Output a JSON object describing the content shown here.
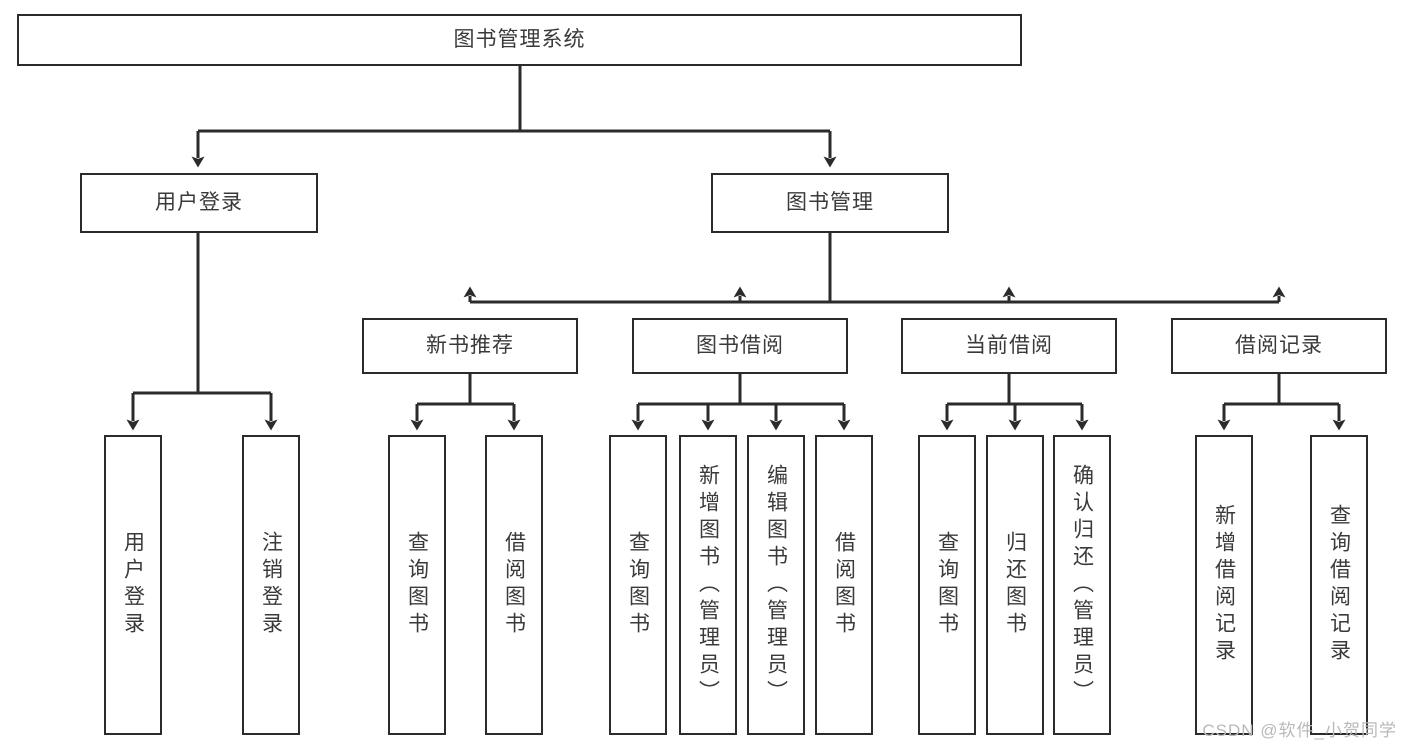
{
  "diagram": {
    "title": "图书管理系统",
    "watermark": "CSDN @软件_小贺同学",
    "colors": {
      "line": "#2b2b2b",
      "text": "#3a3a3a",
      "background": "#ffffff",
      "watermark": "#b9b9b9"
    },
    "root": {
      "label": "图书管理系统"
    },
    "level1": [
      {
        "label": "用户登录"
      },
      {
        "label": "图书管理"
      }
    ],
    "level2": [
      {
        "label": "新书推荐"
      },
      {
        "label": "图书借阅"
      },
      {
        "label": "当前借阅"
      },
      {
        "label": "借阅记录"
      }
    ],
    "leaves": [
      {
        "label": "用户登录"
      },
      {
        "label": "注销登录"
      },
      {
        "label": "查询图书"
      },
      {
        "label": "借阅图书"
      },
      {
        "label": "查询图书"
      },
      {
        "label": "新增图书（管理员）"
      },
      {
        "label": "编辑图书（管理员）"
      },
      {
        "label": "借阅图书"
      },
      {
        "label": "查询图书"
      },
      {
        "label": "归还图书"
      },
      {
        "label": "确认归还（管理员）"
      },
      {
        "label": "新增借阅记录"
      },
      {
        "label": "查询借阅记录"
      }
    ],
    "tree": {
      "图书管理系统": [
        "用户登录",
        "图书管理"
      ],
      "用户登录": [
        "用户登录",
        "注销登录"
      ],
      "图书管理": [
        "新书推荐",
        "图书借阅",
        "当前借阅",
        "借阅记录"
      ],
      "新书推荐": [
        "查询图书",
        "借阅图书"
      ],
      "图书借阅": [
        "查询图书",
        "新增图书（管理员）",
        "编辑图书（管理员）",
        "借阅图书"
      ],
      "当前借阅": [
        "查询图书",
        "归还图书",
        "确认归还（管理员）"
      ],
      "借阅记录": [
        "新增借阅记录",
        "查询借阅记录"
      ]
    }
  }
}
